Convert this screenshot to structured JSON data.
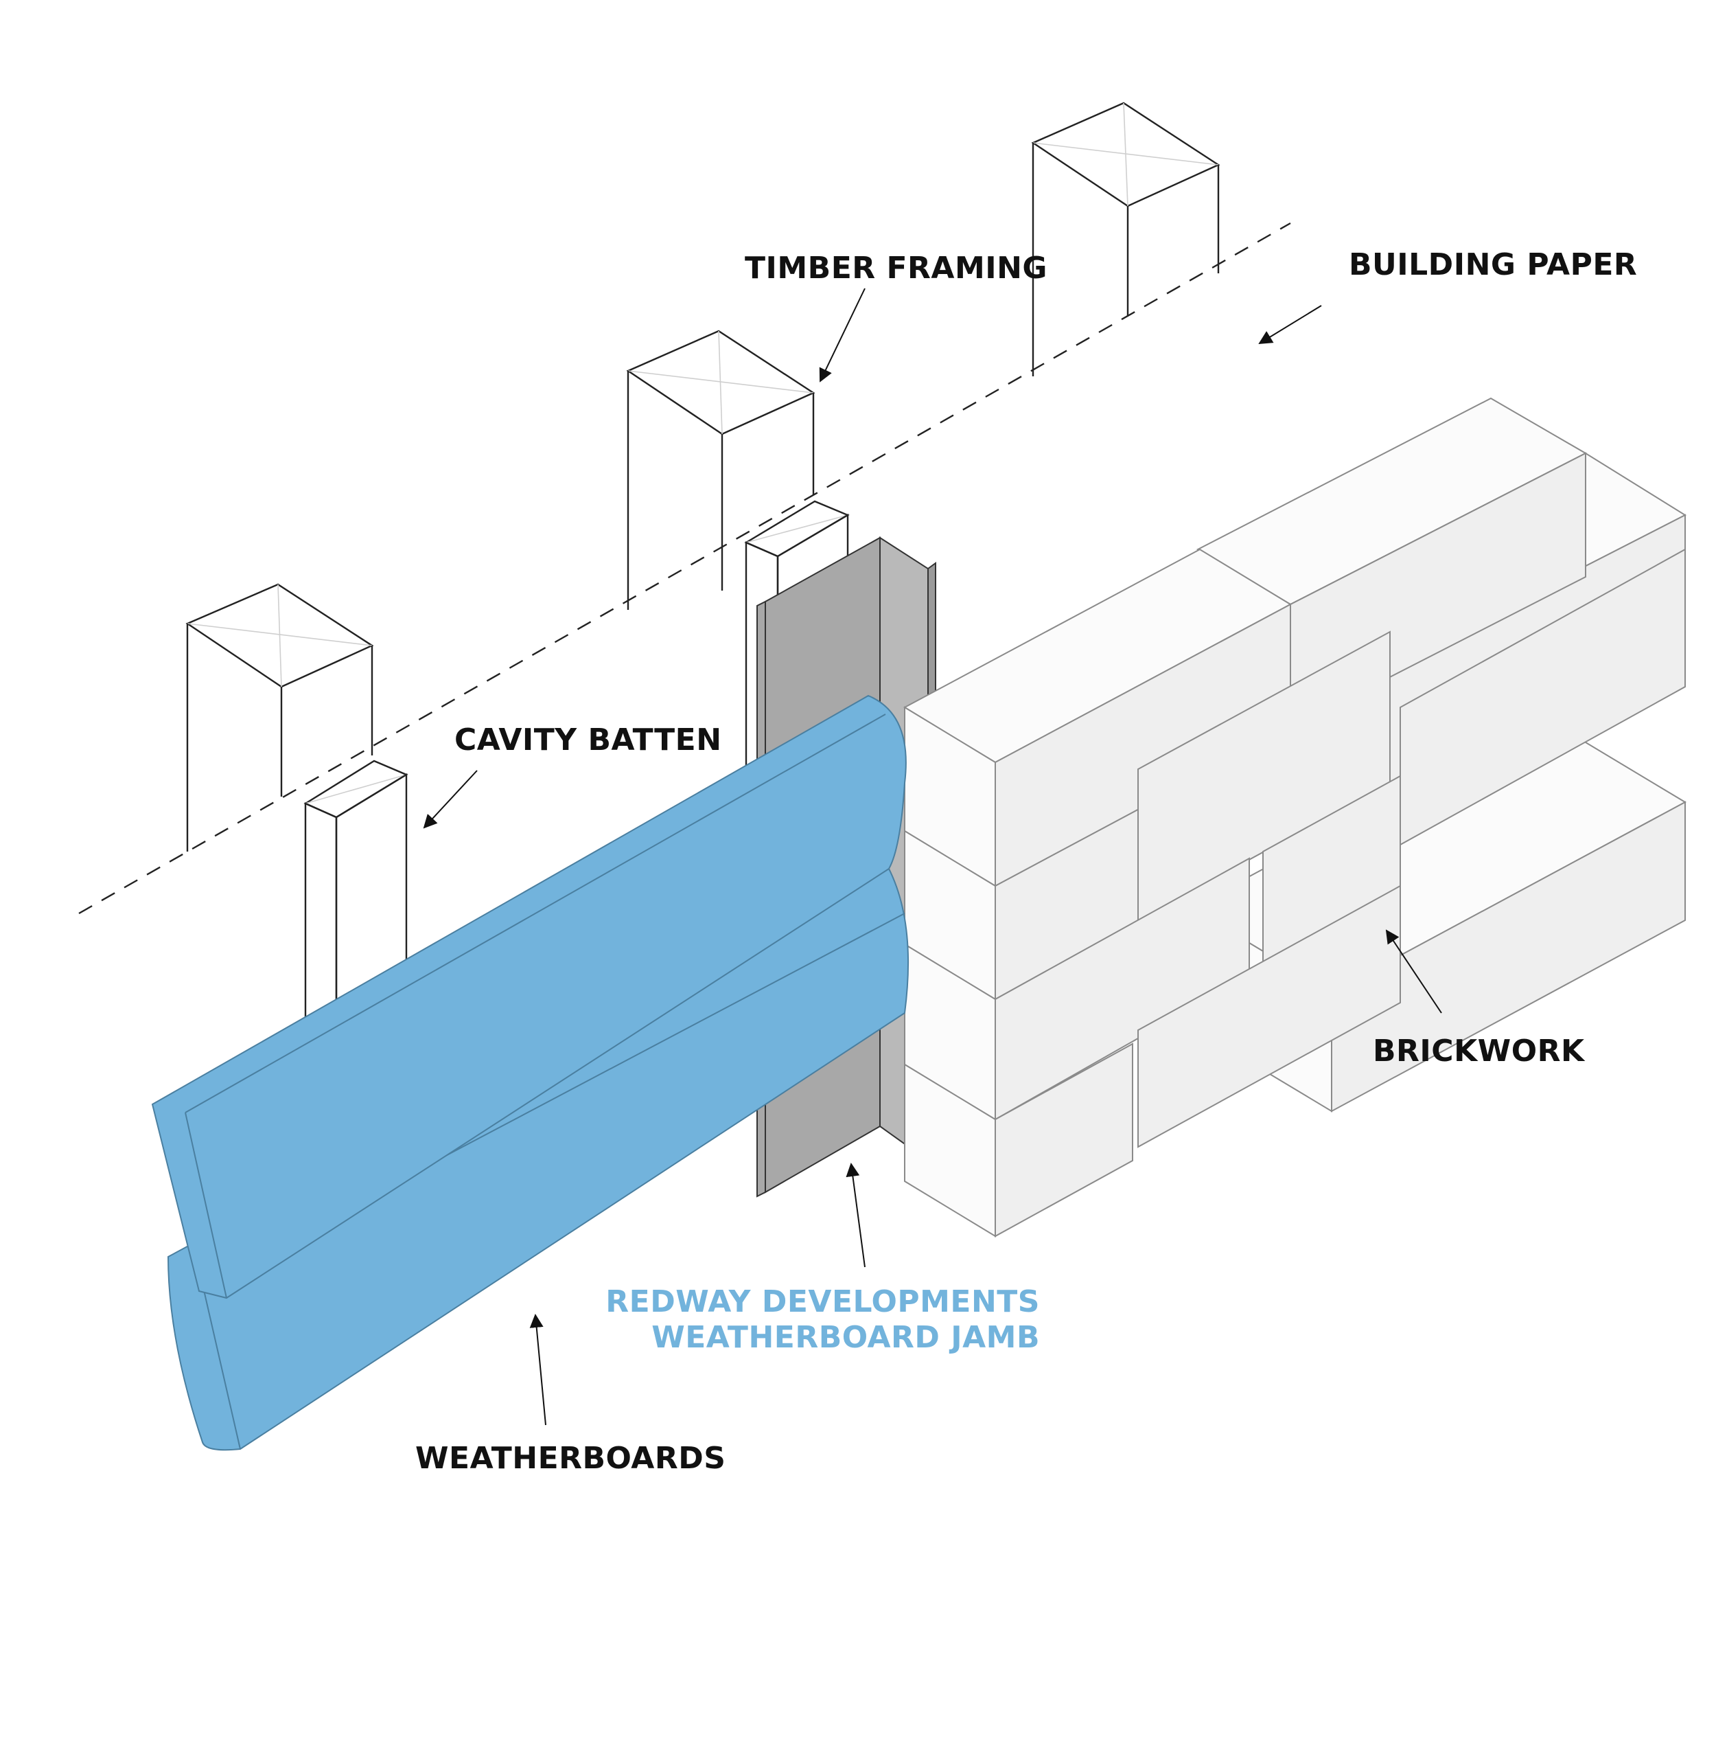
{
  "labels": {
    "timber_framing": "TIMBER FRAMING",
    "building_paper": "BUILDING PAPER",
    "cavity_batten": "CAVITY BATTEN",
    "brickwork": "BRICKWORK",
    "jamb_line1": "REDWAY DEVELOPMENTS",
    "jamb_line2": "WEATHERBOARD JAMB",
    "weatherboards": "WEATHERBOARDS"
  },
  "colors": {
    "weatherboard": "#72B3DC",
    "jamb_metal": "#A8A8A8",
    "accent_text": "#72B3DC",
    "label_text": "#111111"
  }
}
